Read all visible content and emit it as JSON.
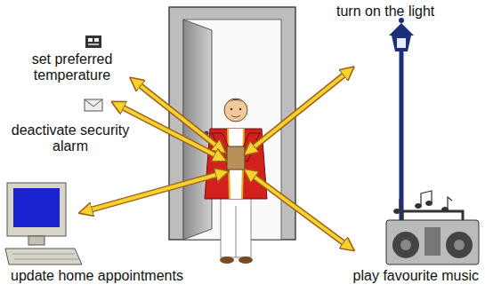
{
  "diagram": {
    "labels": [
      "turn on the light",
      "set preferred temperature",
      "deactivate security alarm",
      "update home appointments",
      "play favourite music"
    ]
  }
}
